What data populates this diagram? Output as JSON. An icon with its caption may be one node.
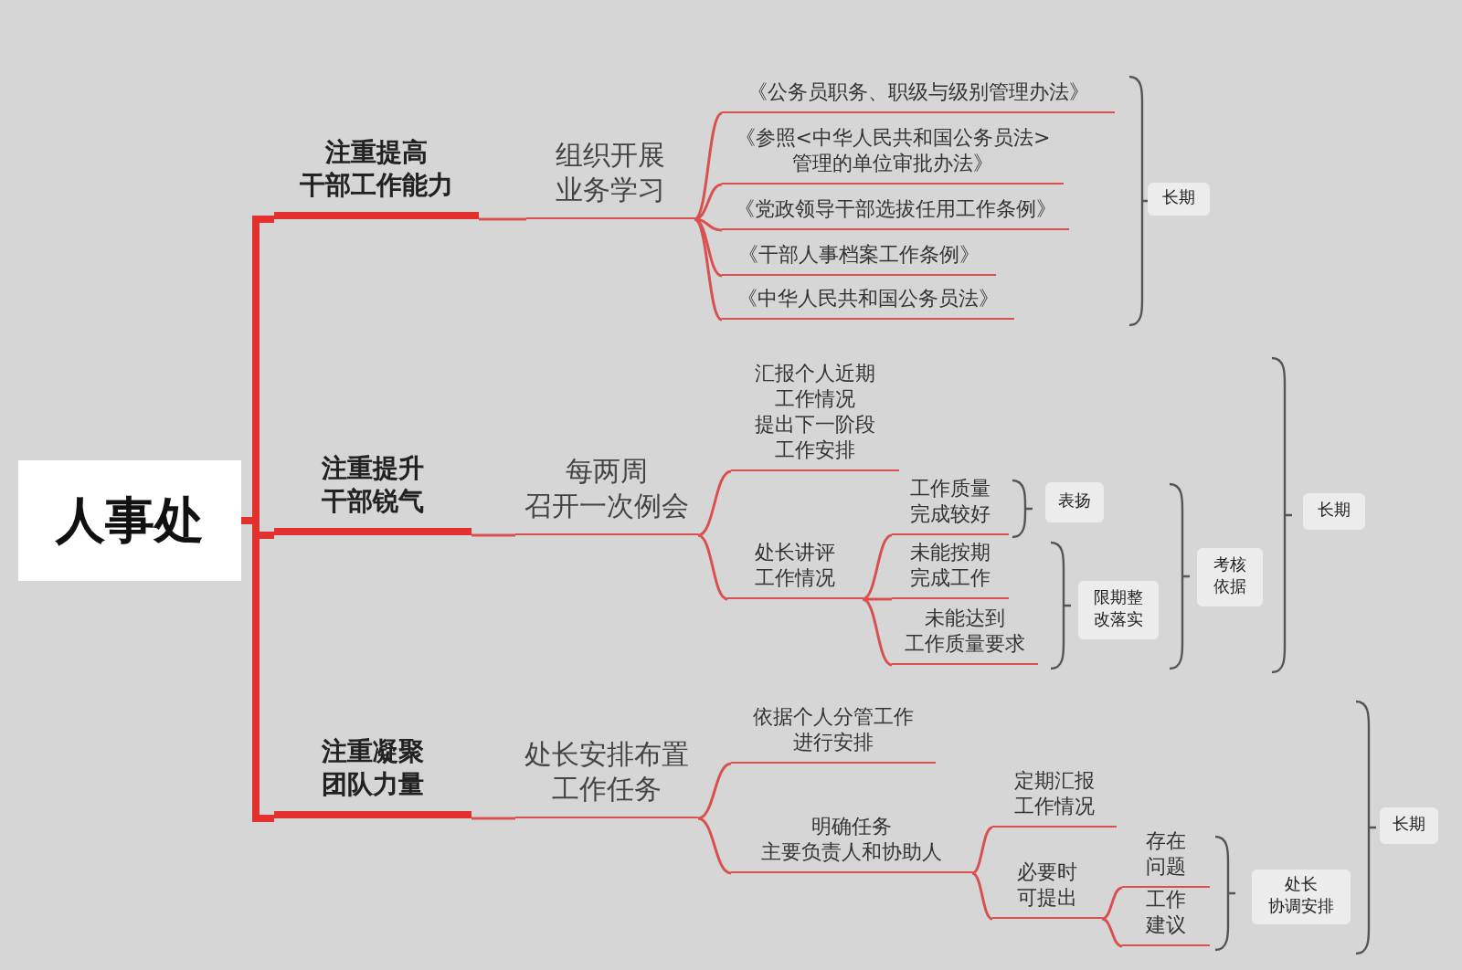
{
  "diagram": {
    "nodes": [
      {
        "text": [
          "人事处"
        ]
      },
      {
        "text": [
          "注重提高干部工作能力"
        ]
      },
      {
        "text": [
          "组织开展业务学习"
        ]
      },
      {
        "text": [
          "《公务员职务、职级与级别管理办法》"
        ]
      },
      {
        "text": [
          "《参照<中华人民共和国公务员法>管理的单位审批办法》"
        ]
      },
      {
        "text": [
          "《党政领导干部选拔任用工作条例》"
        ]
      },
      {
        "text": [
          "《干部人事档案工作条例》"
        ]
      },
      {
        "text": [
          "《中华人民共和国公务员法》"
        ]
      },
      {
        "text": [
          "长期"
        ]
      },
      {
        "text": [
          "注重提升干部锐气"
        ]
      },
      {
        "text": [
          "每两周召开一次例会"
        ]
      },
      {
        "text": [
          "汇报个人近期工作情况提出下一阶段工作安排"
        ]
      },
      {
        "text": [
          "处长讲评工作情况"
        ]
      },
      {
        "text": [
          "工作质量完成较好"
        ]
      },
      {
        "text": [
          "未能按期完成工作"
        ]
      },
      {
        "text": [
          "未能达到工作质量要求"
        ]
      },
      {
        "text": [
          "表扬"
        ]
      },
      {
        "text": [
          "限期整改落实"
        ]
      },
      {
        "text": [
          "考核依据"
        ]
      },
      {
        "text": [
          "长期"
        ]
      },
      {
        "text": [
          "注重凝聚团队力量"
        ]
      },
      {
        "text": [
          "处长安排布置工作任务"
        ]
      },
      {
        "text": [
          "依据个人分管工作进行安排"
        ]
      },
      {
        "text": [
          "明确任务主要负责人和协助人"
        ]
      },
      {
        "text": [
          "定期汇报工作情况"
        ]
      },
      {
        "text": [
          "必要时可提出"
        ]
      },
      {
        "text": [
          "存在问题"
        ]
      },
      {
        "text": [
          "工作建议"
        ]
      },
      {
        "text": [
          "处长协调安排"
        ]
      },
      {
        "text": [
          "长期"
        ]
      }
    ],
    "edges": [
      {
        "from": 0,
        "to": 1,
        "arrow": "none",
        "style": "thick"
      },
      {
        "from": 0,
        "to": 9,
        "arrow": "none",
        "style": "thick"
      },
      {
        "from": 0,
        "to": 20,
        "arrow": "none",
        "style": "thick"
      },
      {
        "from": 1,
        "to": 2,
        "arrow": "none"
      },
      {
        "from": 2,
        "to": 3,
        "arrow": "none"
      },
      {
        "from": 2,
        "to": 4,
        "arrow": "none"
      },
      {
        "from": 2,
        "to": 5,
        "arrow": "none"
      },
      {
        "from": 2,
        "to": 6,
        "arrow": "none"
      },
      {
        "from": 2,
        "to": 7,
        "arrow": "none"
      },
      {
        "from": 9,
        "to": 10,
        "arrow": "none"
      },
      {
        "from": 10,
        "to": 11,
        "arrow": "none"
      },
      {
        "from": 10,
        "to": 12,
        "arrow": "none"
      },
      {
        "from": 12,
        "to": 13,
        "arrow": "none"
      },
      {
        "from": 12,
        "to": 14,
        "arrow": "none"
      },
      {
        "from": 12,
        "to": 15,
        "arrow": "none"
      },
      {
        "from": 20,
        "to": 21,
        "arrow": "none"
      },
      {
        "from": 21,
        "to": 22,
        "arrow": "none"
      },
      {
        "from": 21,
        "to": 23,
        "arrow": "none"
      },
      {
        "from": 23,
        "to": 24,
        "arrow": "none"
      },
      {
        "from": 23,
        "to": 25,
        "arrow": "none"
      },
      {
        "from": 25,
        "to": 26,
        "arrow": "none"
      },
      {
        "from": 25,
        "to": 27,
        "arrow": "none"
      }
    ]
  }
}
